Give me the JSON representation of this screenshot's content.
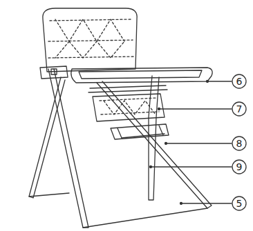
{
  "diagram": {
    "labels": [
      "6",
      "7",
      "8",
      "9",
      "5"
    ]
  }
}
